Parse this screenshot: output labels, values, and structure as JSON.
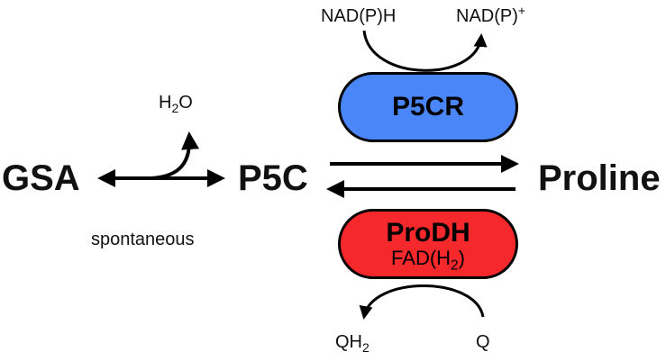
{
  "colors": {
    "p5cr_fill": "#4a86f7",
    "prodh_fill": "#f5282b",
    "ink": "#000000"
  },
  "compounds": {
    "gsa": "GSA",
    "p5c": "P5C",
    "proline": "Proline",
    "water": {
      "base": "H",
      "sub": "2",
      "tail": "O"
    }
  },
  "labels": {
    "spontaneous": "spontaneous"
  },
  "enzymes": {
    "p5cr": {
      "name": "P5CR"
    },
    "prodh": {
      "name": "ProDH",
      "cofactor": {
        "base": "FAD(H",
        "sub": "2",
        "tail": ")"
      }
    }
  },
  "cofactors": {
    "nadph": "NAD(P)H",
    "nadp_plus": {
      "base": "NAD(P)",
      "sup": "+"
    },
    "qh2": {
      "base": "QH",
      "sub": "2"
    },
    "q": "Q"
  }
}
